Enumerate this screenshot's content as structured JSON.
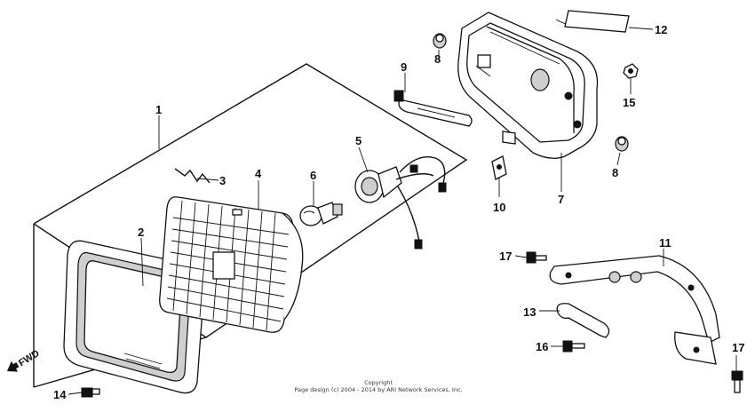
{
  "diagram": {
    "labels": {
      "p1": "1",
      "p2": "2",
      "p3": "3",
      "p4": "4",
      "p5": "5",
      "p6": "6",
      "p7": "7",
      "p8a": "8",
      "p8b": "8",
      "p9": "9",
      "p10": "10",
      "p11": "11",
      "p12": "12",
      "p13": "13",
      "p14": "14",
      "p15": "15",
      "p16": "16",
      "p17a": "17",
      "p17b": "17"
    },
    "fwd": "FWD",
    "copyright_line1": "Copyright",
    "copyright_line2": "Page design (c) 2004 - 2014 by ARI Network Services, Inc."
  }
}
